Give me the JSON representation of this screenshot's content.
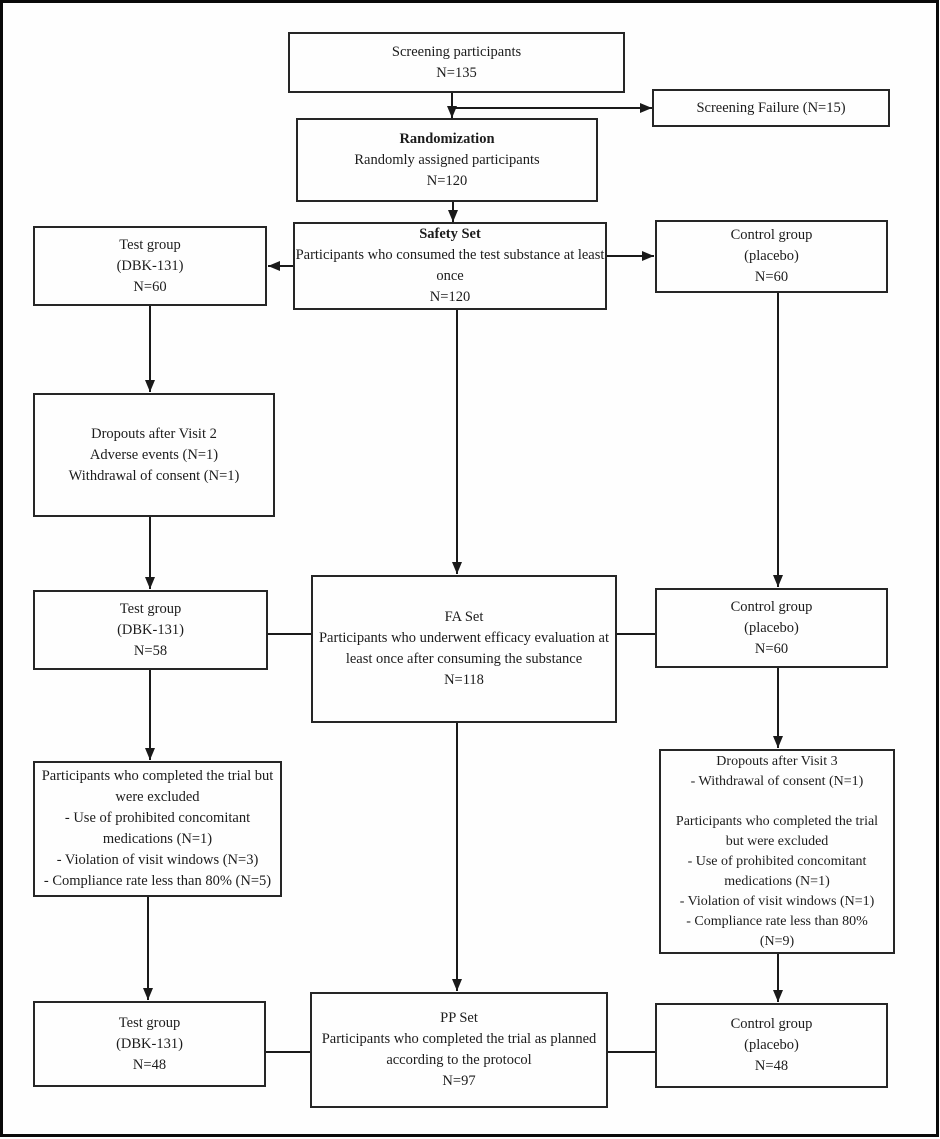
{
  "figure": {
    "type": "clinical-trial-flow-diagram",
    "background_color": "#fefefe",
    "line_color": "#1a1a1a",
    "border_color": "#262626",
    "text_color": "#1c1c1c"
  },
  "boxes": {
    "screening": {
      "lines": [
        "Screening participants",
        "N=135"
      ]
    },
    "screening_failure": {
      "lines": [
        "Screening Failure (N=15)"
      ]
    },
    "randomization": {
      "title": "Randomization",
      "lines": [
        "Randomly assigned participants",
        "N=120"
      ]
    },
    "safety_set": {
      "title": "Safety Set",
      "lines": [
        "Participants who consumed the test substance at least",
        "once",
        "N=120"
      ]
    },
    "test_group_1": {
      "lines": [
        "Test group",
        "(DBK-131)",
        "N=60"
      ]
    },
    "control_group_1": {
      "lines": [
        "Control group",
        "(placebo)",
        "N=60"
      ]
    },
    "dropouts_visit2": {
      "lines": [
        "Dropouts after Visit 2",
        "Adverse events (N=1)",
        "Withdrawal of consent (N=1)"
      ]
    },
    "test_group_2": {
      "lines": [
        "Test group",
        "(DBK-131)",
        "N=58"
      ]
    },
    "fa_set": {
      "lines": [
        "FA Set",
        "Participants who underwent efficacy evaluation at",
        "least once after consuming the substance",
        "N=118"
      ]
    },
    "control_group_2": {
      "lines": [
        "Control group",
        "(placebo)",
        "N=60"
      ]
    },
    "excluded_test": {
      "lines": [
        "Participants who completed the trial but",
        "were excluded",
        "- Use of prohibited concomitant",
        "medications (N=1)",
        "- Violation of visit windows (N=3)",
        "- Compliance rate less than 80% (N=5)"
      ]
    },
    "dropouts_visit3": {
      "lines": [
        "Dropouts after Visit 3",
        "- Withdrawal of consent (N=1)",
        "",
        "Participants who completed the trial",
        "but were excluded",
        "- Use of prohibited concomitant",
        "medications (N=1)",
        "- Violation of visit windows (N=1)",
        "- Compliance rate less than 80%",
        "(N=9)"
      ]
    },
    "test_group_3": {
      "lines": [
        "Test group",
        "(DBK-131)",
        "N=48"
      ]
    },
    "pp_set": {
      "lines": [
        "PP Set",
        "Participants who completed the trial as planned",
        "according to the protocol",
        "N=97"
      ]
    },
    "control_group_3": {
      "lines": [
        "Control group",
        "(placebo)",
        "N=48"
      ]
    }
  },
  "edges": [
    {
      "from": "screening",
      "to": "randomization",
      "arrow": true
    },
    {
      "from": "screening",
      "to": "screening_failure",
      "arrow": true
    },
    {
      "from": "randomization",
      "to": "safety_set",
      "arrow": true
    },
    {
      "from": "safety_set",
      "to": "test_group_1",
      "arrow": true
    },
    {
      "from": "safety_set",
      "to": "control_group_1",
      "arrow": true
    },
    {
      "from": "safety_set",
      "to": "fa_set",
      "arrow": true
    },
    {
      "from": "test_group_1",
      "to": "dropouts_visit2",
      "arrow": true
    },
    {
      "from": "dropouts_visit2",
      "to": "test_group_2",
      "arrow": true
    },
    {
      "from": "control_group_1",
      "to": "control_group_2",
      "arrow": true
    },
    {
      "from": "test_group_2",
      "to": "fa_set",
      "arrow": false
    },
    {
      "from": "fa_set",
      "to": "control_group_2",
      "arrow": false
    },
    {
      "from": "test_group_2",
      "to": "excluded_test",
      "arrow": true
    },
    {
      "from": "excluded_test",
      "to": "test_group_3",
      "arrow": true
    },
    {
      "from": "fa_set",
      "to": "pp_set",
      "arrow": true
    },
    {
      "from": "control_group_2",
      "to": "dropouts_visit3",
      "arrow": true
    },
    {
      "from": "dropouts_visit3",
      "to": "control_group_3",
      "arrow": true
    },
    {
      "from": "test_group_3",
      "to": "pp_set",
      "arrow": false
    },
    {
      "from": "pp_set",
      "to": "control_group_3",
      "arrow": false
    }
  ]
}
